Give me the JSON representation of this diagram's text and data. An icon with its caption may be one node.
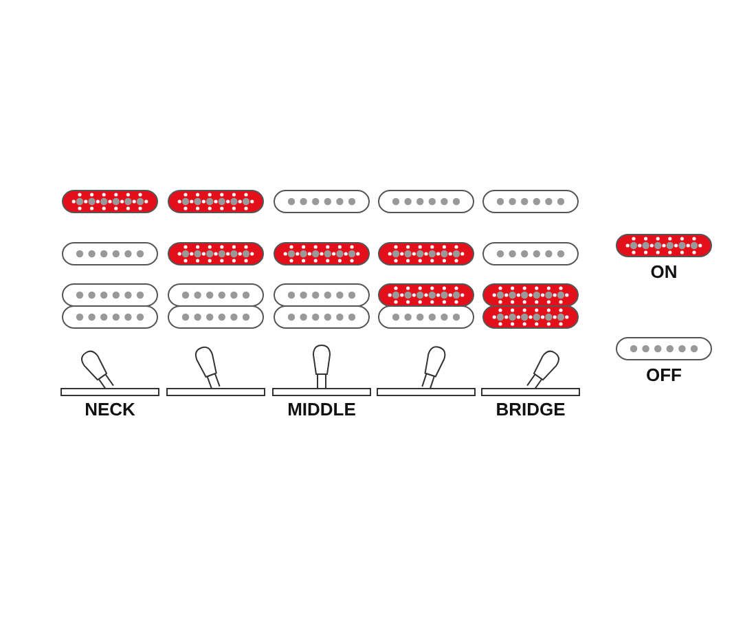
{
  "diagram": {
    "labels": [
      "NECK",
      "MIDDLE",
      "BRIDGE"
    ],
    "legend": [
      {
        "text": "ON",
        "color": "#e3101b"
      },
      {
        "text": "OFF"
      }
    ]
  }
}
